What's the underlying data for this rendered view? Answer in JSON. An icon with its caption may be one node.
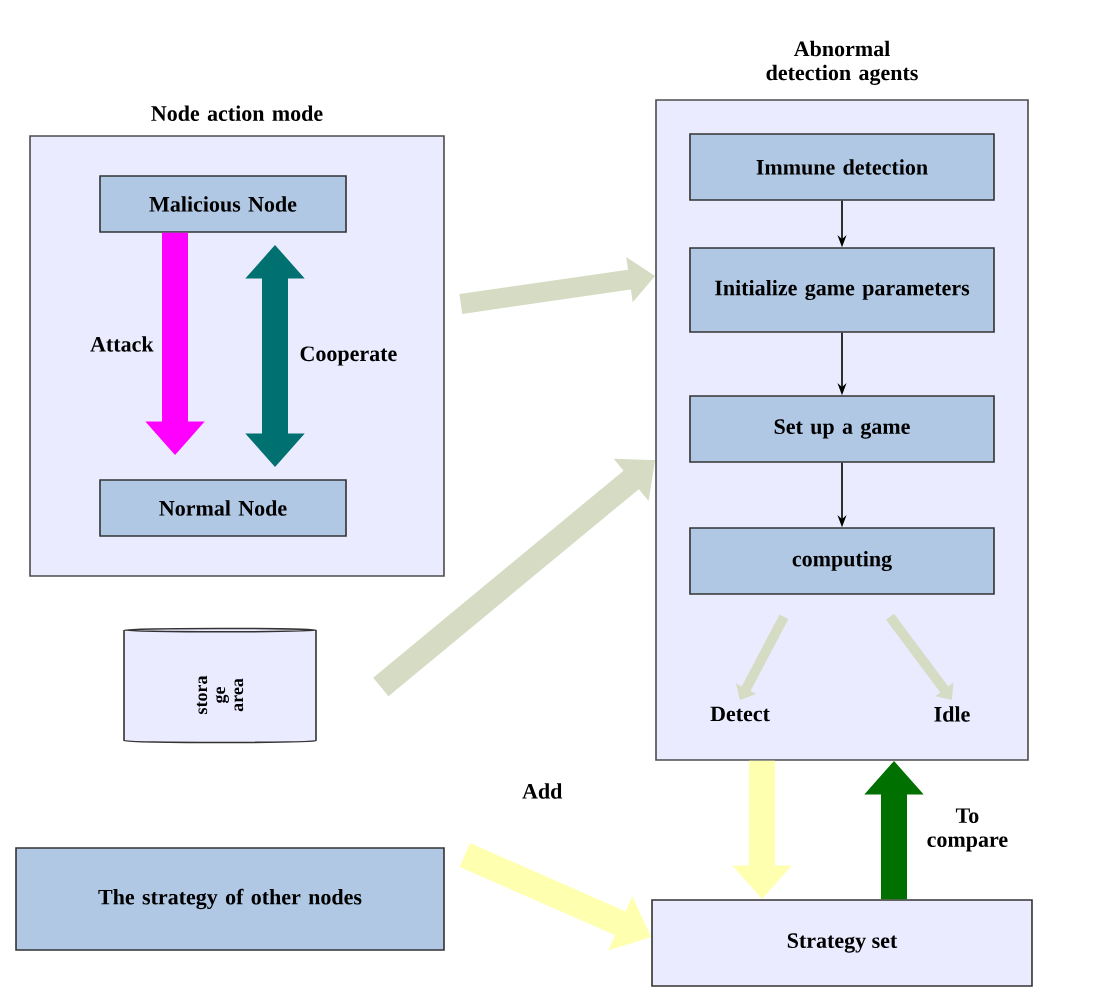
{
  "diagram": {
    "nodes": [
      {
        "text": [
          "Node action mode"
        ]
      },
      {
        "text": [
          "Malicious Node"
        ],
        "in": 0
      },
      {
        "text": [
          "Normal Node"
        ],
        "in": 0
      },
      {
        "text": [
          "Abnormal detection agents"
        ]
      },
      {
        "text": [
          "Immune detection"
        ],
        "in": 3
      },
      {
        "text": [
          "Initialize game parameters"
        ],
        "in": 3
      },
      {
        "text": [
          "Set up a game"
        ],
        "in": 3
      },
      {
        "text": [
          "computing"
        ],
        "in": 3
      },
      {
        "text": [
          "Detect"
        ],
        "in": 3
      },
      {
        "text": [
          "Idle"
        ],
        "in": 3
      },
      {
        "text": [
          "stora ge area"
        ]
      },
      {
        "text": [
          "The strategy of other nodes"
        ]
      },
      {
        "text": [
          "Strategy set"
        ]
      }
    ],
    "edges": [
      {
        "from": 1,
        "to": 2,
        "arrow": "to",
        "label": "Attack",
        "color": "#ff00ff"
      },
      {
        "from": 1,
        "to": 2,
        "arrow": "both",
        "label": "Cooperate",
        "color": "#007070"
      },
      {
        "from": 0,
        "to": 3,
        "arrow": "to"
      },
      {
        "from": 10,
        "to": 3,
        "arrow": "to"
      },
      {
        "from": 4,
        "to": 5,
        "arrow": "to",
        "color": "#000000"
      },
      {
        "from": 5,
        "to": 6,
        "arrow": "to",
        "color": "#000000"
      },
      {
        "from": 6,
        "to": 7,
        "arrow": "to",
        "color": "#000000"
      },
      {
        "from": 7,
        "to": 8,
        "arrow": "to"
      },
      {
        "from": 7,
        "to": 9,
        "arrow": "to"
      },
      {
        "from": 3,
        "to": 12,
        "arrow": "to",
        "color": "#ffffb0"
      },
      {
        "from": 12,
        "to": 3,
        "arrow": "to",
        "label": "To compare",
        "color": "#007000"
      },
      {
        "from": 11,
        "to": 12,
        "arrow": "to",
        "label": "Add",
        "color": "#ffffb0"
      }
    ]
  }
}
